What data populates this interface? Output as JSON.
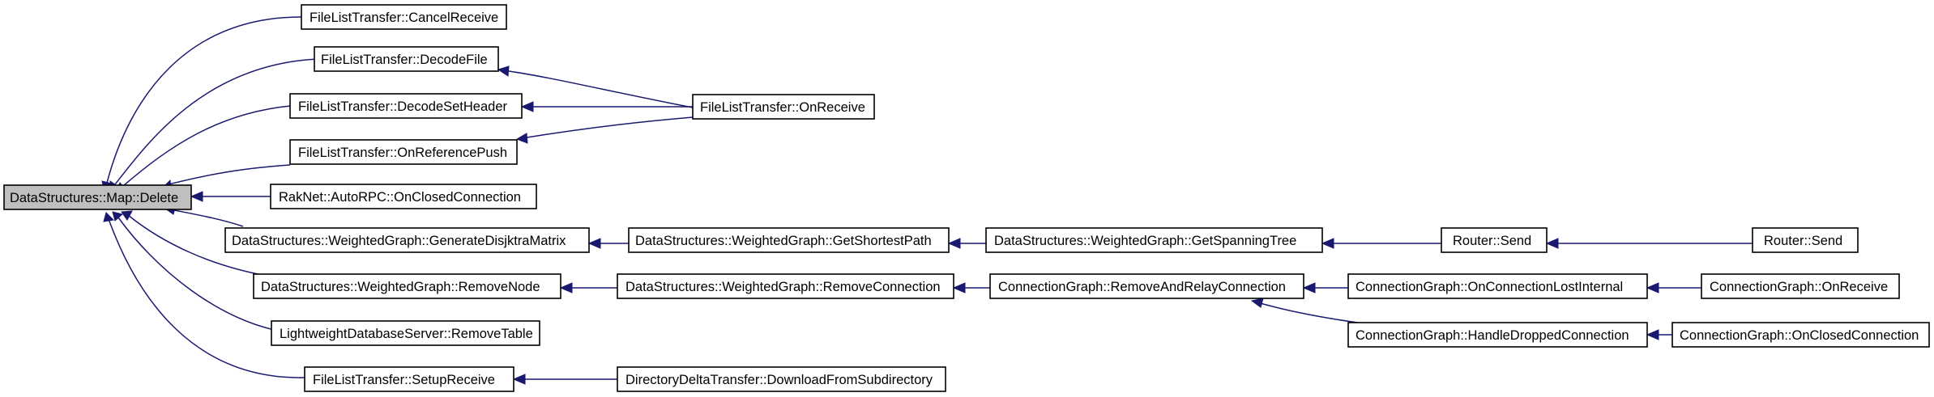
{
  "diagram": {
    "nodes": {
      "map_delete": "DataStructures::Map::Delete",
      "cancel_receive": "FileListTransfer::CancelReceive",
      "decode_file": "FileListTransfer::DecodeFile",
      "decode_set_header": "FileListTransfer::DecodeSetHeader",
      "on_reference_push": "FileListTransfer::OnReferencePush",
      "autorpc_closed": "RakNet::AutoRPC::OnClosedConnection",
      "gen_dijkstra": "DataStructures::WeightedGraph::GenerateDisjktraMatrix",
      "remove_node": "DataStructures::WeightedGraph::RemoveNode",
      "remove_table": "LightweightDatabaseServer::RemoveTable",
      "setup_receive": "FileListTransfer::SetupReceive",
      "flt_on_receive": "FileListTransfer::OnReceive",
      "get_shortest_path": "DataStructures::WeightedGraph::GetShortestPath",
      "remove_connection": "DataStructures::WeightedGraph::RemoveConnection",
      "download_subdir": "DirectoryDeltaTransfer::DownloadFromSubdirectory",
      "get_spanning_tree": "DataStructures::WeightedGraph::GetSpanningTree",
      "remove_and_relay": "ConnectionGraph::RemoveAndRelayConnection",
      "router_send_1": "Router::Send",
      "router_send_2": "Router::Send",
      "cg_lost_internal": "ConnectionGraph::OnConnectionLostInternal",
      "cg_handle_dropped": "ConnectionGraph::HandleDroppedConnection",
      "cg_on_receive": "ConnectionGraph::OnReceive",
      "cg_on_closed": "ConnectionGraph::OnClosedConnection"
    }
  }
}
